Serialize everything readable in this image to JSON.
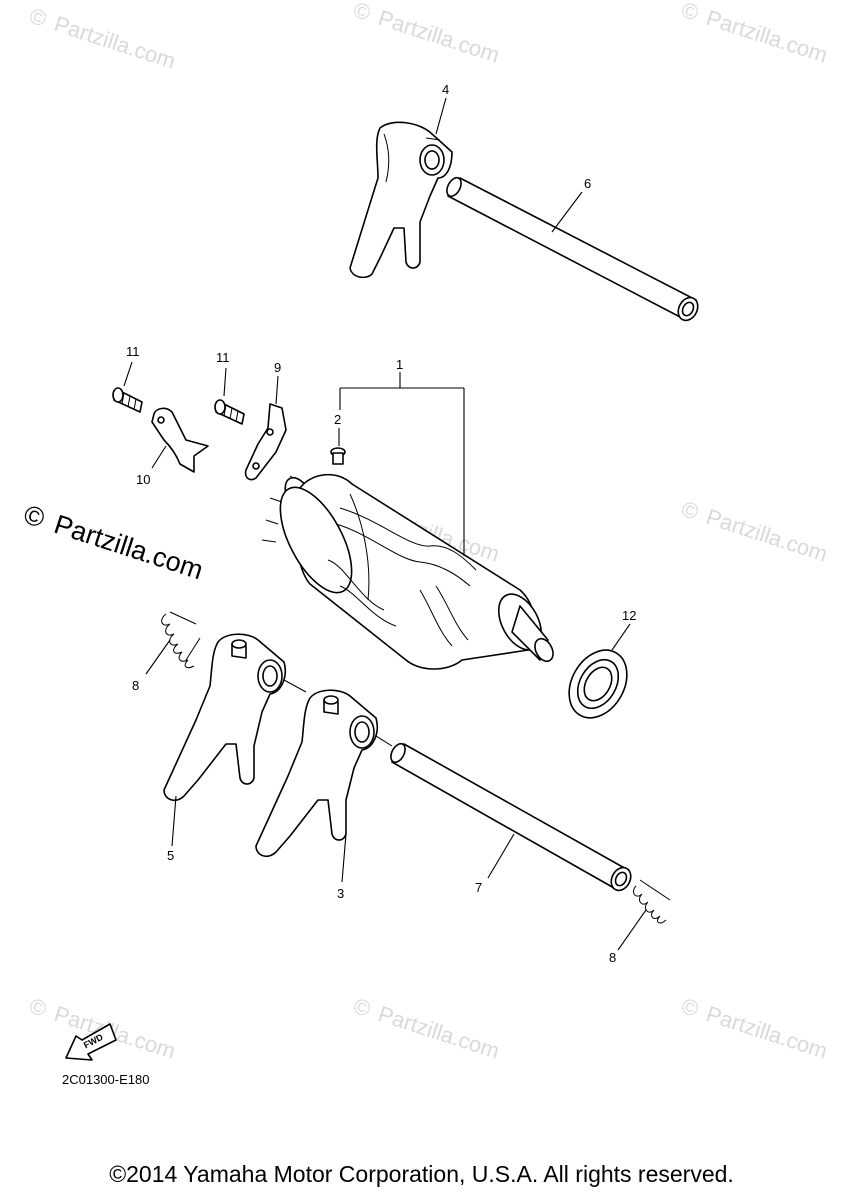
{
  "watermark": {
    "symbol": "©",
    "text": "Partzilla.com"
  },
  "callouts": [
    {
      "id": "1",
      "label": "1"
    },
    {
      "id": "2",
      "label": "2"
    },
    {
      "id": "3",
      "label": "3"
    },
    {
      "id": "4",
      "label": "4"
    },
    {
      "id": "5",
      "label": "5"
    },
    {
      "id": "6",
      "label": "6"
    },
    {
      "id": "7",
      "label": "7"
    },
    {
      "id": "8a",
      "label": "8"
    },
    {
      "id": "8b",
      "label": "8"
    },
    {
      "id": "9",
      "label": "9"
    },
    {
      "id": "10",
      "label": "10"
    },
    {
      "id": "11a",
      "label": "11"
    },
    {
      "id": "11b",
      "label": "11"
    },
    {
      "id": "12",
      "label": "12"
    }
  ],
  "fwd_label": "FWD",
  "diagram_code": "2C01300-E180",
  "copyright": "©2014 Yamaha Motor Corporation, U.S.A. All rights reserved."
}
